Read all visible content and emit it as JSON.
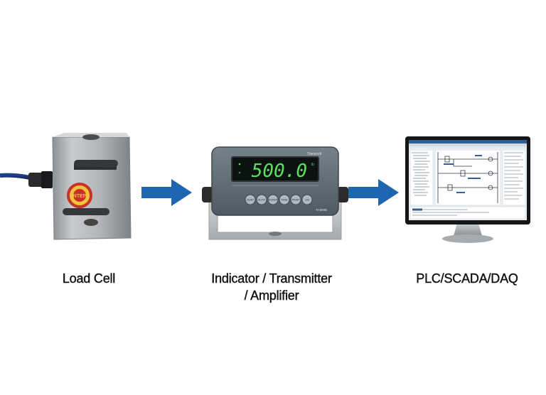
{
  "flow": {
    "nodes": [
      {
        "id": "load-cell",
        "label_lines": [
          "Load Cell"
        ],
        "badge_text": "NTEP"
      },
      {
        "id": "indicator",
        "label_lines": [
          "Indicator / Transmitter",
          "/ Amplifier"
        ],
        "display_value": "500.0",
        "display_unit": "lb",
        "brand_text": "Transcell",
        "model_text": "TI-500E",
        "key_labels": [
          "ZERO",
          "AUTO",
          "ENTER",
          "TARE",
          "PRINT",
          "ON"
        ]
      },
      {
        "id": "plc",
        "label_lines": [
          "PLC/SCADA/DAQ"
        ]
      }
    ],
    "arrows": [
      {
        "from": "load-cell",
        "to": "indicator"
      },
      {
        "from": "indicator",
        "to": "plc"
      }
    ]
  },
  "colors": {
    "arrow": "#1f66b0",
    "display_digits": "#56e35c",
    "badge_red": "#c4322a",
    "badge_yellow": "#f2c43b",
    "steel": "#b9bbbd",
    "indicator_body": "#5d6870"
  }
}
